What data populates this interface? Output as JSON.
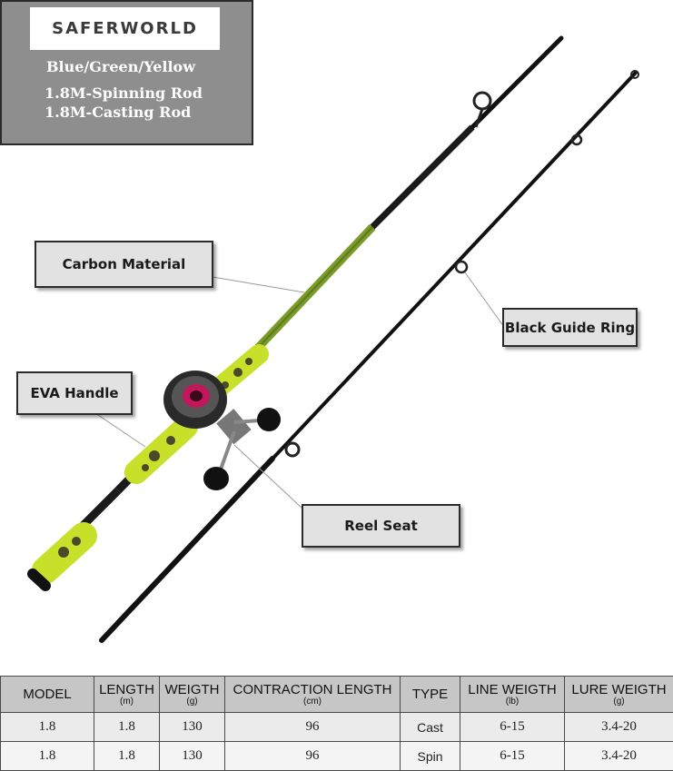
{
  "header": {
    "brand": "SAFERWORLD",
    "colors": "Blue/Green/Yellow",
    "line1": "1.8M-Spinning Rod",
    "line2": "1.8M-Casting Rod"
  },
  "callouts": {
    "carbon": "Carbon Material",
    "guide": "Black Guide Ring",
    "eva": "EVA Handle",
    "reel": "Reel Seat"
  },
  "table": {
    "columns": [
      {
        "label": "MODEL",
        "unit": ""
      },
      {
        "label": "LENGTH",
        "unit": "(m)"
      },
      {
        "label": "WEIGTH",
        "unit": "(g)"
      },
      {
        "label": "CONTRACTION LENGTH",
        "unit": "(cm)"
      },
      {
        "label": "TYPE",
        "unit": ""
      },
      {
        "label": "LINE WEIGTH",
        "unit": "(lb)"
      },
      {
        "label": "LURE WEIGTH",
        "unit": "(g)"
      }
    ],
    "rows": [
      [
        "1.8",
        "1.8",
        "130",
        "96",
        "Cast",
        "6-15",
        "3.4-20"
      ],
      [
        "1.8",
        "1.8",
        "130",
        "96",
        "Spin",
        "6-15",
        "3.4-20"
      ]
    ]
  },
  "colors": {
    "rod_green": "#7a9a2a",
    "handle_yellow": "#c8e02a",
    "handle_camo": "#4a4a2a",
    "reel_red": "#c2185b"
  }
}
